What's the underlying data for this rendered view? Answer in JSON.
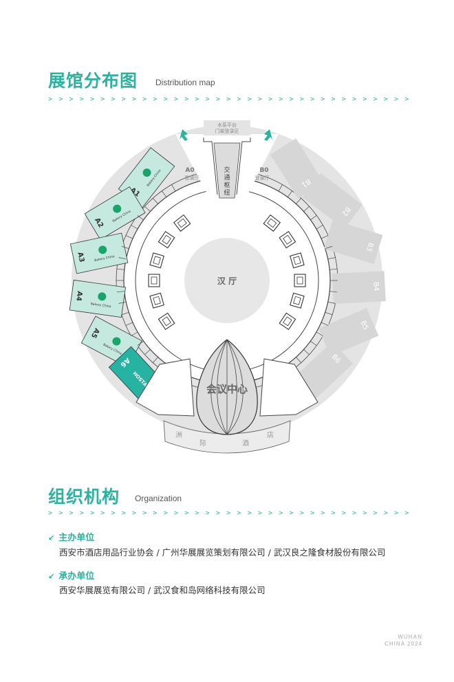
{
  "distribution": {
    "title": "展馆分布图",
    "subtitle": "Distribution map",
    "arrows": "> > > > > > > > > > > > > > > > > > > > > > > > > > > > > > > > > > > > > > > > > > > > > > > > > > >"
  },
  "map": {
    "gate_label_1": "水系平台",
    "gate_label_2": "门架登录区",
    "transit_label": [
      "交",
      "通",
      "枢",
      "纽"
    ],
    "a0_label": "A0",
    "a0_sub": "登录厅",
    "b0_label": "B0",
    "b0_sub": "登录厅",
    "center_hall": "汉 厅",
    "conference": "会议中心",
    "hotel_chars": [
      "洲",
      "际",
      "酒",
      "店"
    ],
    "halls_a": [
      {
        "label": "A1",
        "brand": "Bakery China"
      },
      {
        "label": "A2",
        "brand": "Bakery China"
      },
      {
        "label": "A3",
        "brand": "Bakery China"
      },
      {
        "label": "A4",
        "brand": "Bakery China"
      },
      {
        "label": "A5",
        "brand": "Bakery China"
      },
      {
        "label": "A6",
        "brand": "HOSTAR"
      }
    ],
    "halls_b": [
      "B1",
      "B2",
      "B3",
      "B4",
      "B5",
      "B6"
    ],
    "colors": {
      "teal": "#2bb3a0",
      "hall_fill": "#c5e8df",
      "a6_fill": "#27b3a2",
      "grey": "#e3e3e3"
    }
  },
  "organization": {
    "title": "组织机构",
    "subtitle": "Organization",
    "arrows": "> > > > > > > > > > > > > > > > > > > > > > > > > > > > > > > > > > > > > > > > > > > > > > > > > > >",
    "host_label": "主办单位",
    "host_text": "西安市酒店用品行业协会 / 广州华展展览策划有限公司 / 武汉良之隆食材股份有限公司",
    "organizer_label": "承办单位",
    "organizer_text": "西安华展展览有限公司 / 武汉食和岛网络科技有限公司"
  },
  "footer": {
    "line1": "WUHAN",
    "line2": "CHINA 2024"
  }
}
